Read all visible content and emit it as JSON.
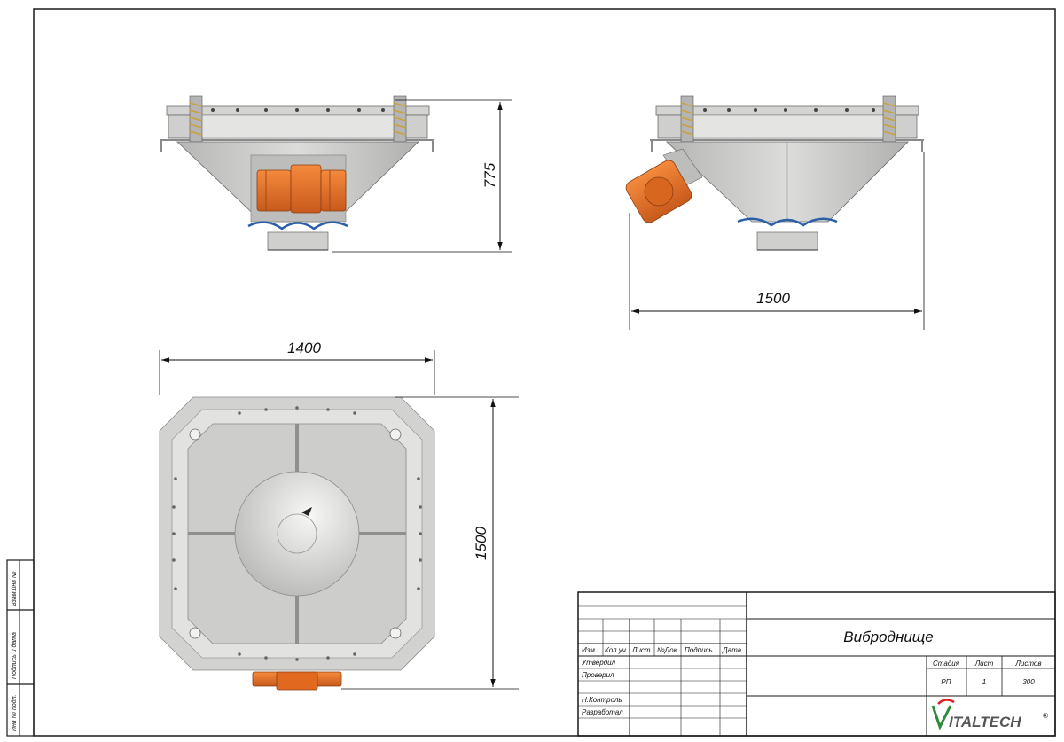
{
  "dimensions": {
    "front_height": "775",
    "side_width": "1500",
    "top_width": "1400",
    "top_height": "1500"
  },
  "title_block": {
    "title": "Виброднище",
    "columns": [
      "Изм",
      "Кол.уч",
      "Лист",
      "№Док",
      "Подпись",
      "Дата"
    ],
    "roles": [
      "Утвердил",
      "Проверил",
      "Н.Контроль",
      "Разработал"
    ],
    "stage_header": "Стадия",
    "sheet_header": "Лист",
    "sheets_header": "Листов",
    "stage_value": "РП",
    "sheet_value": "1",
    "sheets_value": "300",
    "logo_text": "ITALTECH",
    "logo_mark": "®"
  },
  "side_stamp": {
    "labels": [
      "Инв № подл.",
      "Подпись и дата",
      "Взам.инв №"
    ]
  },
  "colors": {
    "line": "#1a1a1a",
    "steel": "#c9c9c7",
    "steel_dark": "#9a9a98",
    "motor": "#e8722a",
    "motor_dark": "#b9531a",
    "seal": "#2a5fa8"
  }
}
